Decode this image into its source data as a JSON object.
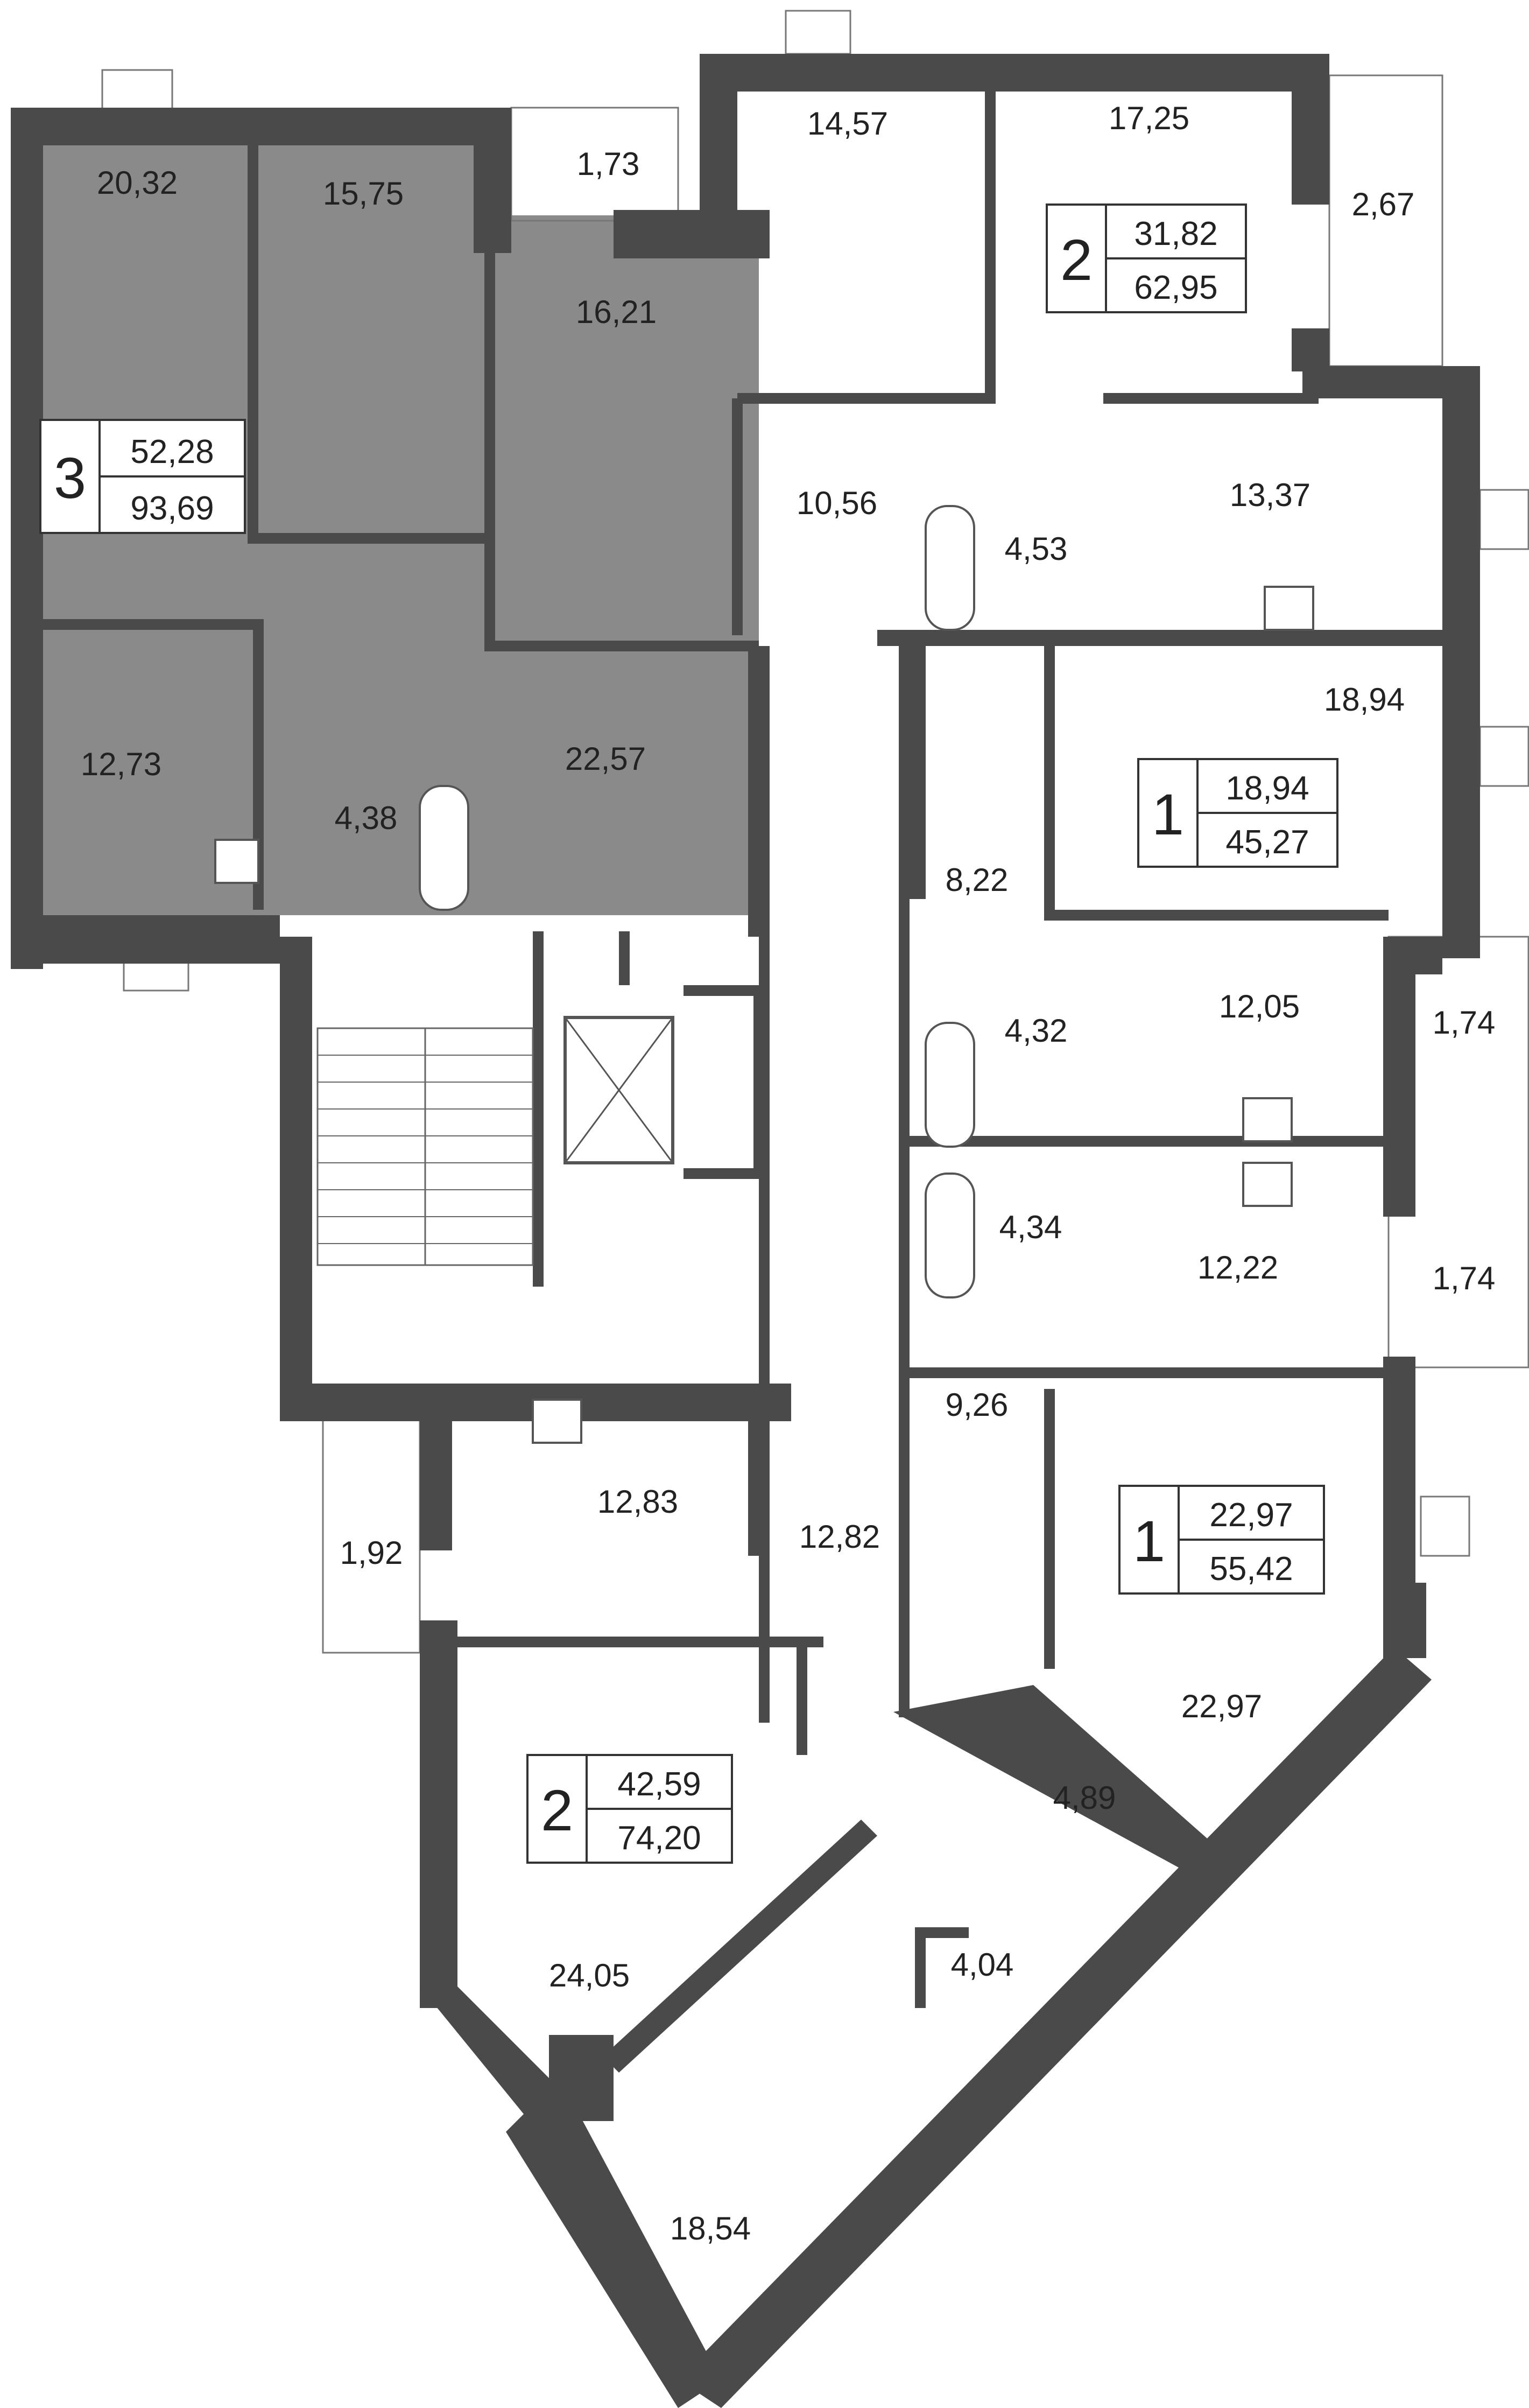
{
  "colors": {
    "wall": "#4a4a4a",
    "highlight_unit": "#8a8a8a",
    "text": "#222222",
    "background": "#ffffff"
  },
  "units": [
    {
      "id": "unit-3",
      "rooms": "3",
      "living": "52,28",
      "total": "93,69"
    },
    {
      "id": "unit-2a",
      "rooms": "2",
      "living": "31,82",
      "total": "62,95"
    },
    {
      "id": "unit-1a",
      "rooms": "1",
      "living": "18,94",
      "total": "45,27"
    },
    {
      "id": "unit-1b",
      "rooms": "1",
      "living": "22,97",
      "total": "55,42"
    },
    {
      "id": "unit-2b",
      "rooms": "2",
      "living": "42,59",
      "total": "74,20"
    }
  ],
  "rooms": [
    "20,32",
    "15,75",
    "1,73",
    "16,21",
    "12,73",
    "4,38",
    "22,57",
    "14,57",
    "17,25",
    "2,67",
    "10,56",
    "4,53",
    "13,37",
    "18,94",
    "8,22",
    "12,05",
    "4,32",
    "1,74",
    "4,34",
    "12,22",
    "1,74",
    "9,26",
    "12,83",
    "12,82",
    "1,92",
    "22,97",
    "4,89",
    "4,04",
    "24,05",
    "18,54"
  ]
}
